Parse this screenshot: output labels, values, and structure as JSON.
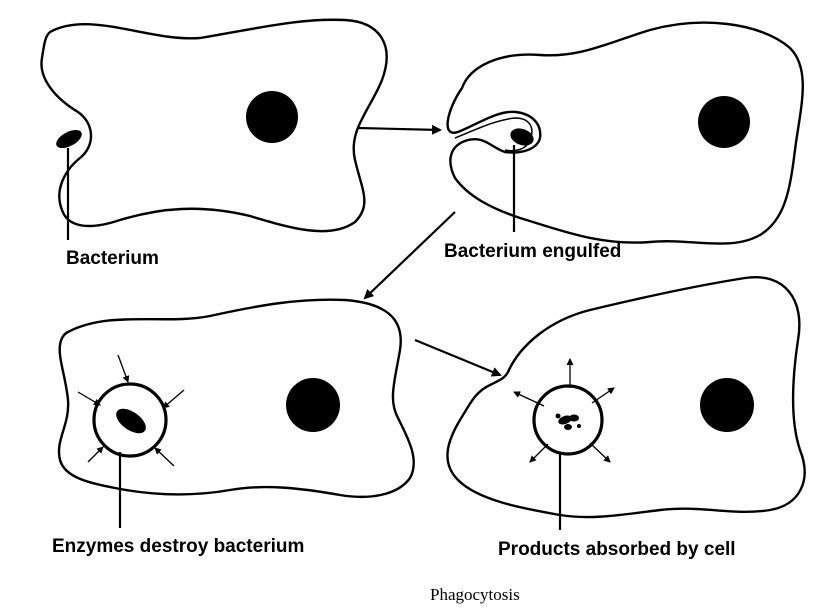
{
  "labels": {
    "bacterium": "Bacterium",
    "bacterium_engulfed": "Bacterium engulfed",
    "enzymes_destroy": "Enzymes destroy bacterium",
    "products_absorbed": "Products absorbed by cell"
  },
  "caption": "Phagocytosis",
  "stages": [
    {
      "id": 1,
      "structure": "phagocyte cell",
      "contents": [
        "nucleus",
        "bacterium"
      ]
    },
    {
      "id": 2,
      "structure": "phagocyte cell",
      "contents": [
        "nucleus",
        "bacterium engulfed by pseudopod"
      ]
    },
    {
      "id": 3,
      "structure": "phagocyte cell",
      "contents": [
        "nucleus",
        "vacuole",
        "bacterium",
        "enzyme arrows"
      ]
    },
    {
      "id": 4,
      "structure": "phagocyte cell",
      "contents": [
        "nucleus",
        "vacuole",
        "bacterium fragments",
        "outward arrows"
      ]
    }
  ],
  "colors": {
    "ink": "#000000",
    "background": "#ffffff"
  }
}
